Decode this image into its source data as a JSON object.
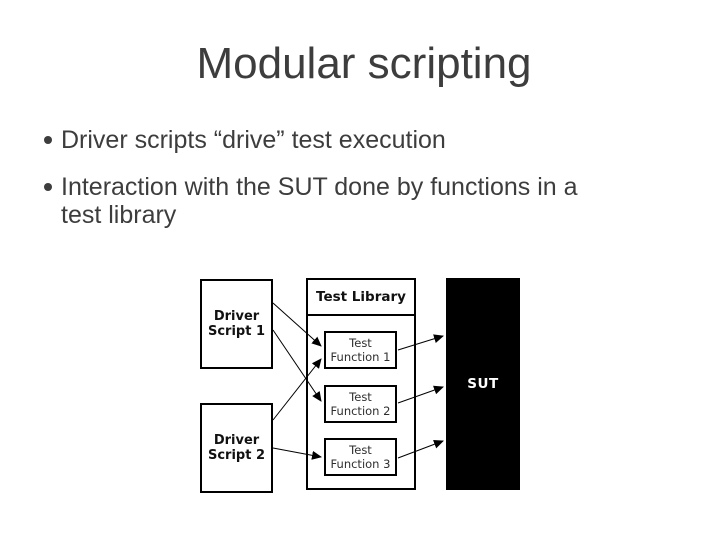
{
  "slide": {
    "title": "Modular scripting",
    "bullets": [
      {
        "lines": [
          "Driver scripts “drive” test execution"
        ]
      },
      {
        "lines": [
          "Interaction with the SUT done by functions in a",
          "test library"
        ]
      }
    ]
  },
  "diagram": {
    "driver_scripts": [
      {
        "line1": "Driver",
        "line2": "Script 1"
      },
      {
        "line1": "Driver",
        "line2": "Script 2"
      }
    ],
    "library": {
      "title": "Test Library",
      "functions": [
        {
          "line1": "Test",
          "line2": "Function 1"
        },
        {
          "line1": "Test",
          "line2": "Function 2"
        },
        {
          "line1": "Test",
          "line2": "Function 3"
        }
      ]
    },
    "sut_label": "SUT",
    "colors": {
      "text": "#3d3d3d",
      "box_border": "#000000",
      "sut_background": "#000000",
      "sut_text": "#ffffff",
      "background": "#ffffff"
    }
  }
}
